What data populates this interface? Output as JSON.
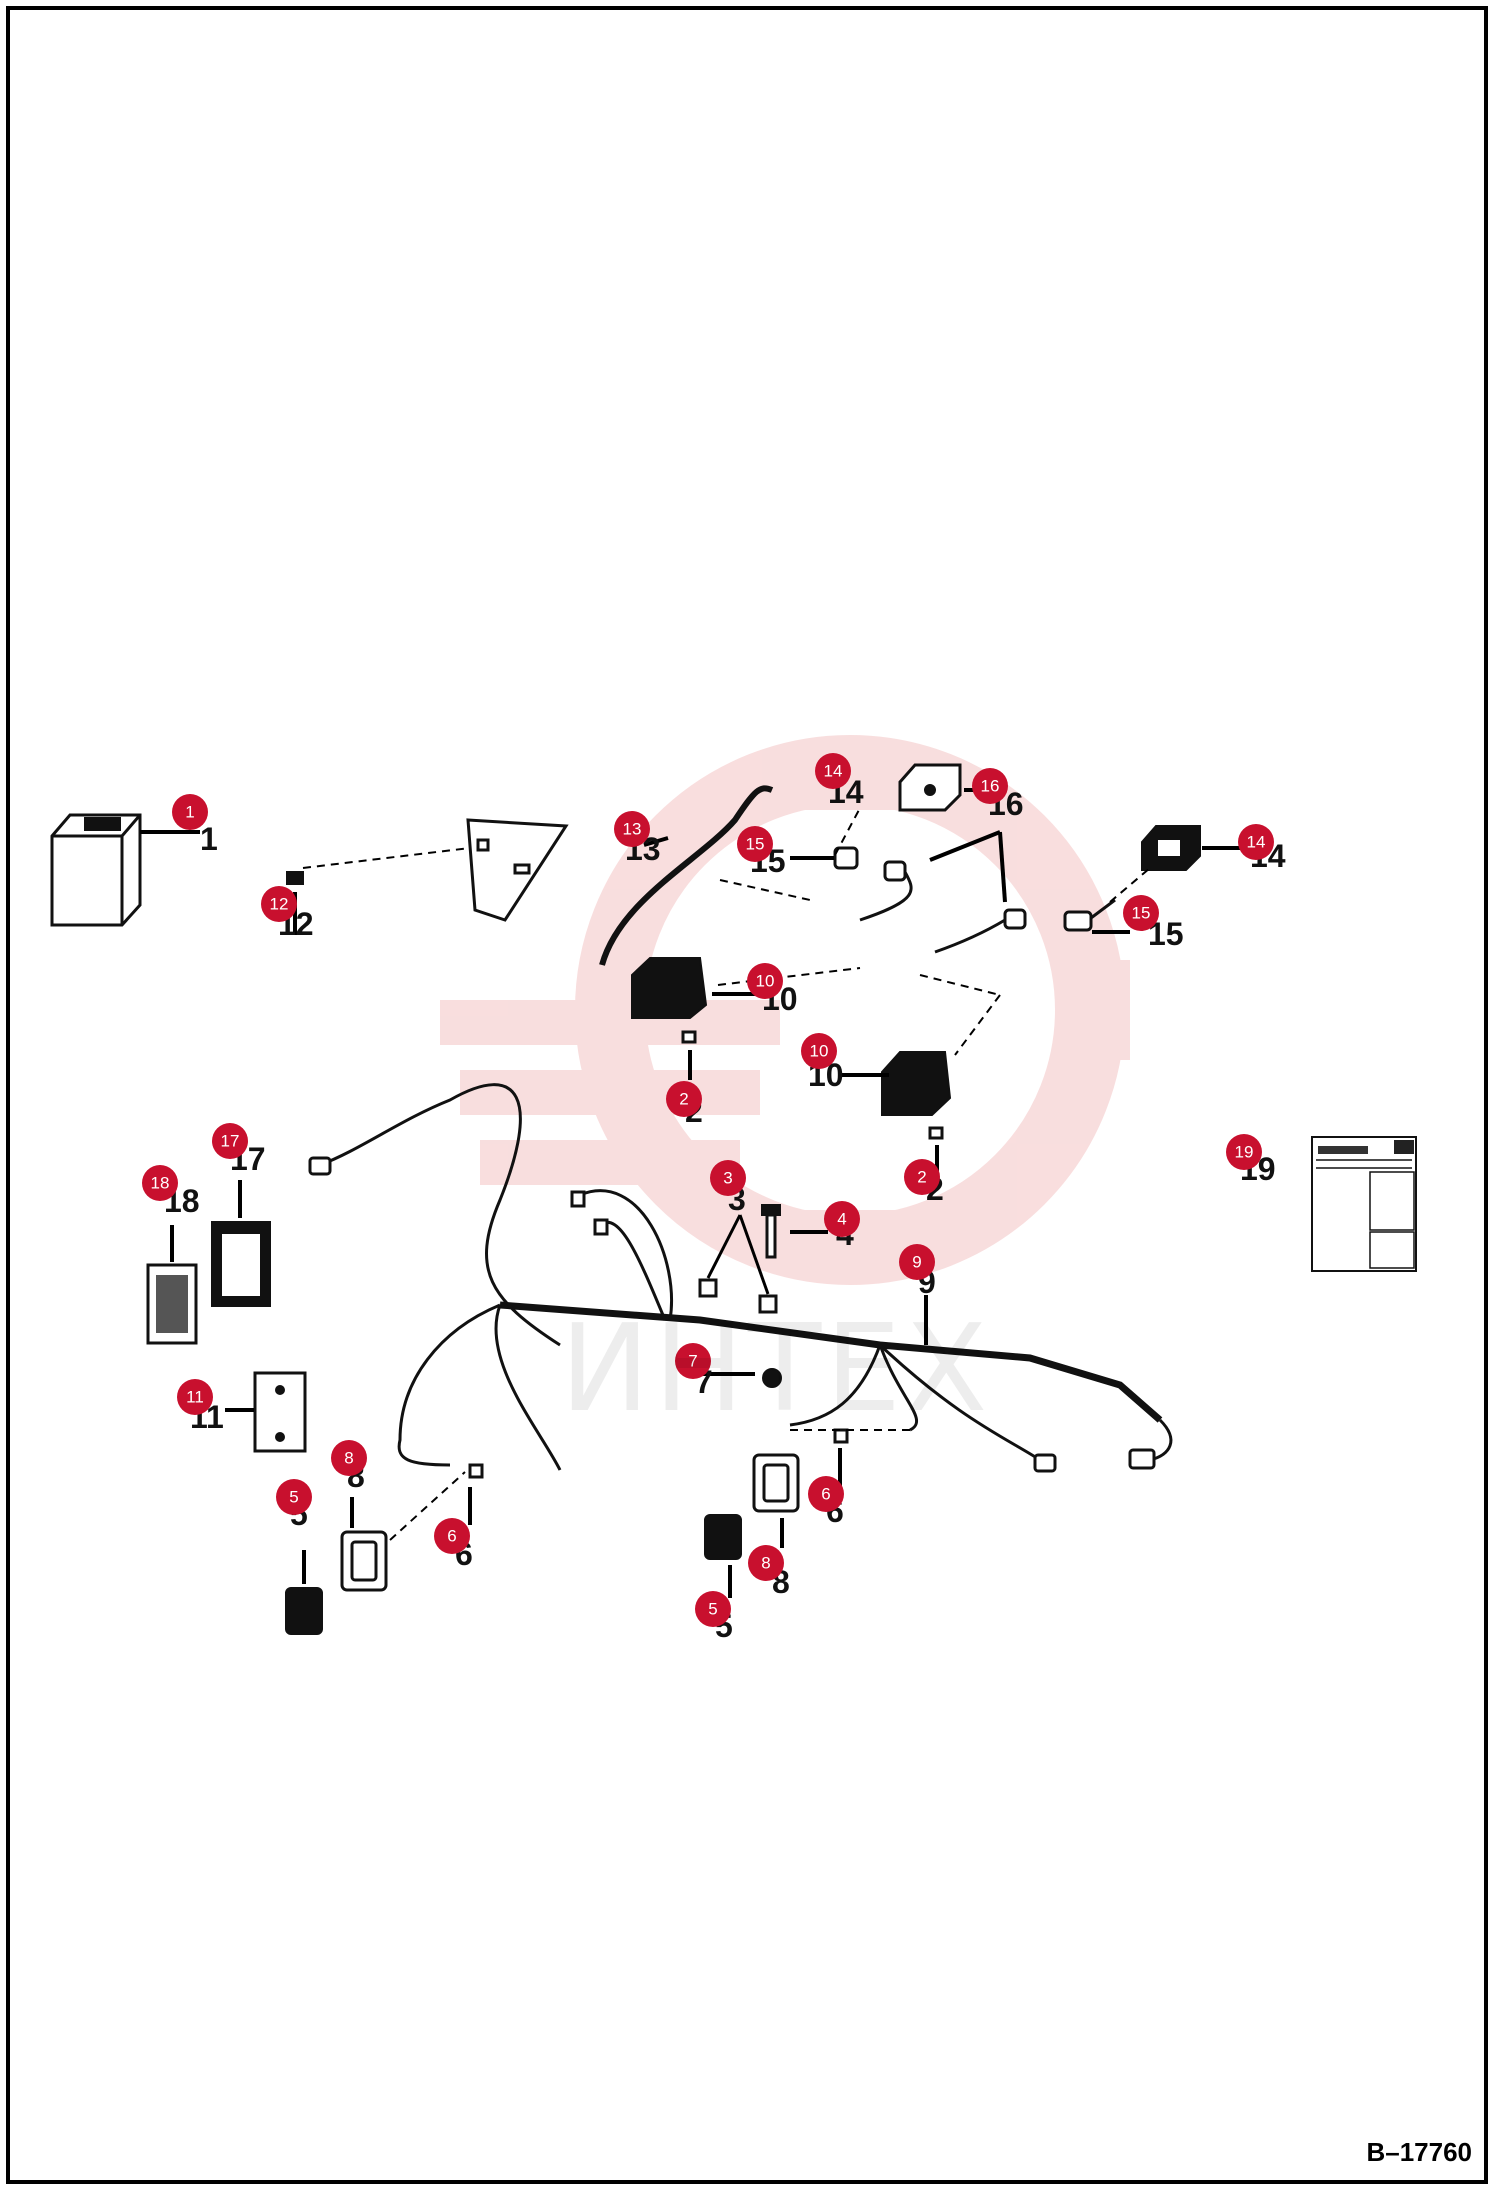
{
  "drawing": {
    "code": "B–17760",
    "watermark_text": "ИНТЕХ"
  },
  "callouts": [
    {
      "num": "1"
    },
    {
      "num": "2"
    },
    {
      "num": "2"
    },
    {
      "num": "3"
    },
    {
      "num": "4"
    },
    {
      "num": "5"
    },
    {
      "num": "5"
    },
    {
      "num": "6"
    },
    {
      "num": "6"
    },
    {
      "num": "7"
    },
    {
      "num": "8"
    },
    {
      "num": "8"
    },
    {
      "num": "9"
    },
    {
      "num": "10"
    },
    {
      "num": "10"
    },
    {
      "num": "11"
    },
    {
      "num": "12"
    },
    {
      "num": "13"
    },
    {
      "num": "14"
    },
    {
      "num": "14"
    },
    {
      "num": "15"
    },
    {
      "num": "15"
    },
    {
      "num": "16"
    },
    {
      "num": "17"
    },
    {
      "num": "18"
    },
    {
      "num": "19"
    }
  ],
  "colors": {
    "badge": "#c8102e",
    "watermark": "#f4c7c7",
    "line": "#111111"
  }
}
